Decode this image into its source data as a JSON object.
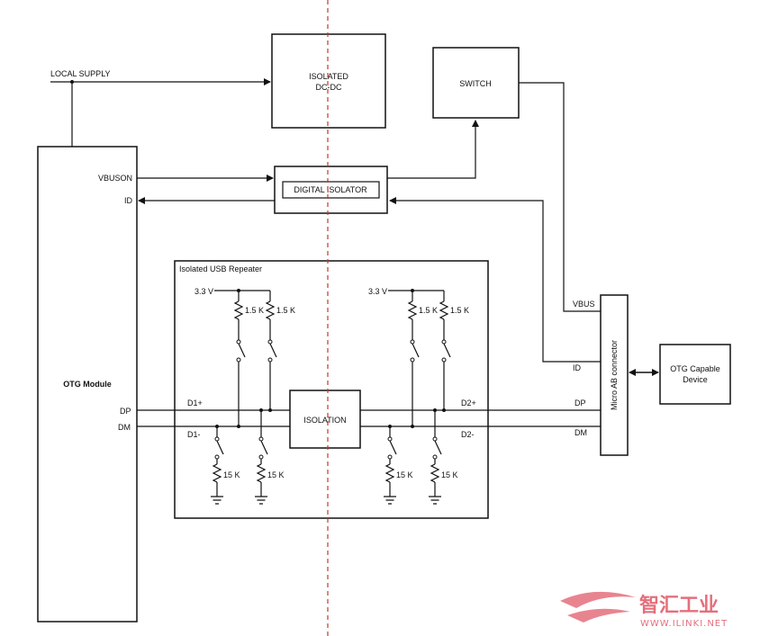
{
  "labels": {
    "local_supply": "LOCAL SUPPLY",
    "isolated_dcdc_1": "ISOLATED",
    "isolated_dcdc_2": "DC-DC",
    "switch": "SWITCH",
    "digital_isolator": "DIGITAL ISOLATOR",
    "vbuson": "VBUSON",
    "id_left": "ID",
    "otg_module": "OTG Module",
    "dp_left": "DP",
    "dm_left": "DM",
    "repeater_title": "Isolated USB Repeater",
    "v33_left": "3.3 V",
    "v33_right": "3.3 V",
    "r15k_a": "1.5 K",
    "r15k_b": "1.5 K",
    "r15k_c": "1.5 K",
    "r15k_d": "1.5 K",
    "d1p": "D1+",
    "d1m": "D1-",
    "d2p": "D2+",
    "d2m": "D2-",
    "isolation": "ISOLATION",
    "r15_a": "15 K",
    "r15_b": "15 K",
    "r15_c": "15 K",
    "r15_d": "15 K",
    "vbus": "VBUS",
    "id_right": "ID",
    "dp_right": "DP",
    "dm_right": "DM",
    "micro_ab": "Micro AB connector",
    "otg_device_1": "OTG Capable",
    "otg_device_2": "Device"
  },
  "watermark": {
    "cn": "智汇工业",
    "url": "WWW.ILINKI.NET"
  },
  "colors": {
    "line": "#111111",
    "isolation_barrier": "#c0392b",
    "watermark": "#e46f7c"
  }
}
